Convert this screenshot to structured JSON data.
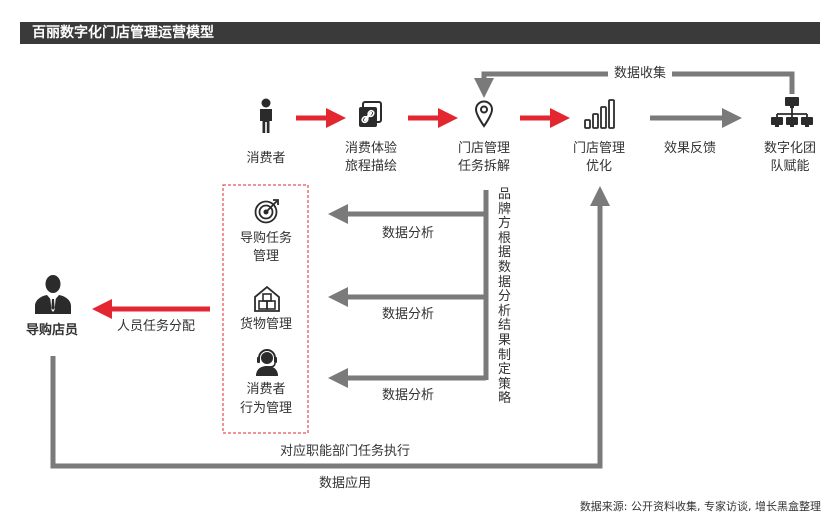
{
  "title": "百丽数字化门店管理运营模型",
  "nodes": {
    "consumer": "消费者",
    "journey_line1": "消费体验",
    "journey_line2": "旅程描绘",
    "task_line1": "门店管理",
    "task_line2": "任务拆解",
    "optimize_line1": "门店管理",
    "optimize_line2": "优化",
    "team_line1": "数字化团",
    "team_line2": "队赋能",
    "staff": "导购店员",
    "guide_task_line1": "导购任务",
    "guide_task_line2": "管理",
    "goods": "货物管理",
    "behavior_line1": "消费者",
    "behavior_line2": "行为管理"
  },
  "edges": {
    "data_collect": "数据收集",
    "effect_feedback": "效果反馈",
    "analysis_1": "数据分析",
    "analysis_2": "数据分析",
    "analysis_3": "数据分析",
    "brand_strategy": "品牌方根据数据分析结果制定策略",
    "staff_assign": "人员任务分配",
    "dept_exec": "对应职能部门任务执行",
    "data_app": "数据应用"
  },
  "source": "数据来源: 公开资料收集, 专家访谈, 增长黑盒整理",
  "colors": {
    "red": "#e3262f",
    "gray": "#7a7a7a",
    "dark": "#2b2b2b",
    "dashed_border": "#e3262f"
  }
}
